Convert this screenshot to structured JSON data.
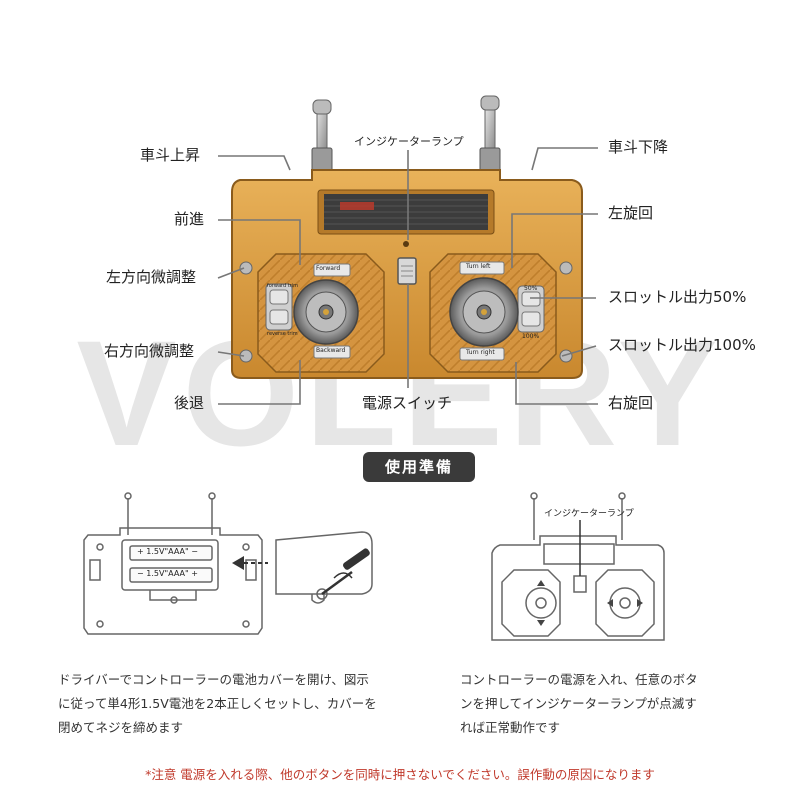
{
  "watermark": "VOLERY",
  "controller_text": {
    "top_left_button": "Forward",
    "bottom_left_button": "Backward",
    "top_right_button": "Turn left",
    "bottom_right_button": "Turn right",
    "left_side_top": "forward trim",
    "left_side_bottom": "reverse trim",
    "right_side_top": "50%",
    "right_side_bottom": "100%"
  },
  "labels": {
    "bed_up": "車斗上昇",
    "bed_down": "車斗下降",
    "indicator_lamp": "インジケーターランプ",
    "forward": "前進",
    "left_rotate": "左旋回",
    "left_trim": "左方向微調整",
    "throttle_50": "スロットル出力50%",
    "right_trim": "右方向微調整",
    "throttle_100": "スロットル出力100%",
    "reverse": "後退",
    "power_switch": "電源スイッチ",
    "right_rotate": "右旋回"
  },
  "section_badge": "使用準備",
  "battery_labels": [
    "+ 1.5V\"AAA\" −",
    "− 1.5V\"AAA\" +"
  ],
  "indicator_lamp_small": "インジケーターランプ",
  "instructions": {
    "left": [
      "ドライバーでコントローラーの電池カバーを開け、図示",
      "に従って単4形1.5V電池を2本正しくセットし、カバーを",
      "閉めてネジを締めます"
    ],
    "right": [
      "コントローラーの電源を入れ、任意のボタ",
      "ンを押してインジケーターランプが点滅す",
      "れば正常動作です"
    ]
  },
  "warning": "*注意 電源を入れる際、他のボタンを同時に押さないでください。誤作動の原因になります",
  "colors": {
    "body": "#d99a3e",
    "body_dark": "#a86f22",
    "warning": "#c0392b",
    "badge": "#3a3a3a"
  }
}
